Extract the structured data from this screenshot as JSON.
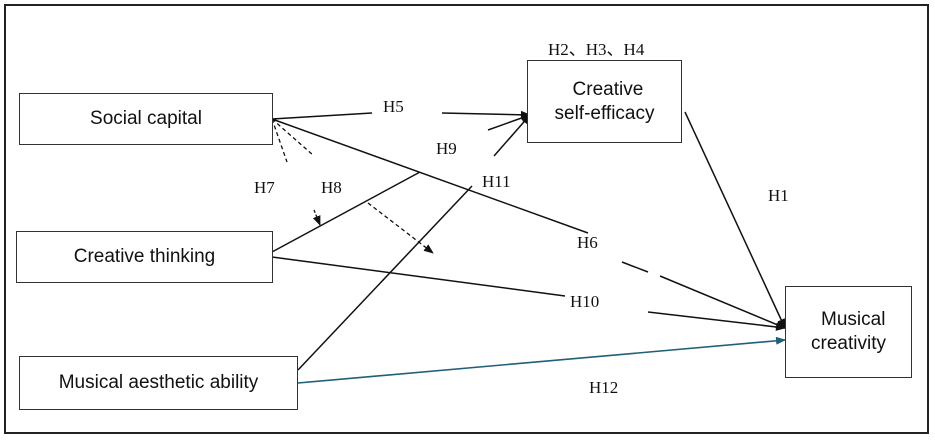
{
  "nodes": {
    "social_capital": "Social capital",
    "creative_self_efficacy_line1": "Creative",
    "creative_self_efficacy_line2": "self-efficacy",
    "creative_thinking": "Creative thinking",
    "musical_aesthetic_ability": "Musical aesthetic ability",
    "musical_creativity_line1": "Musical",
    "musical_creativity_line2": "creativity"
  },
  "hypotheses": {
    "h234": "H2、H3、H4",
    "h5": "H5",
    "h9": "H9",
    "h11": "H11",
    "h7": "H7",
    "h8": "H8",
    "h1": "H1",
    "h6": "H6",
    "h10": "H10",
    "h12": "H12"
  },
  "colors": {
    "line": "#111111",
    "h12_line": "#1f5f7a"
  }
}
